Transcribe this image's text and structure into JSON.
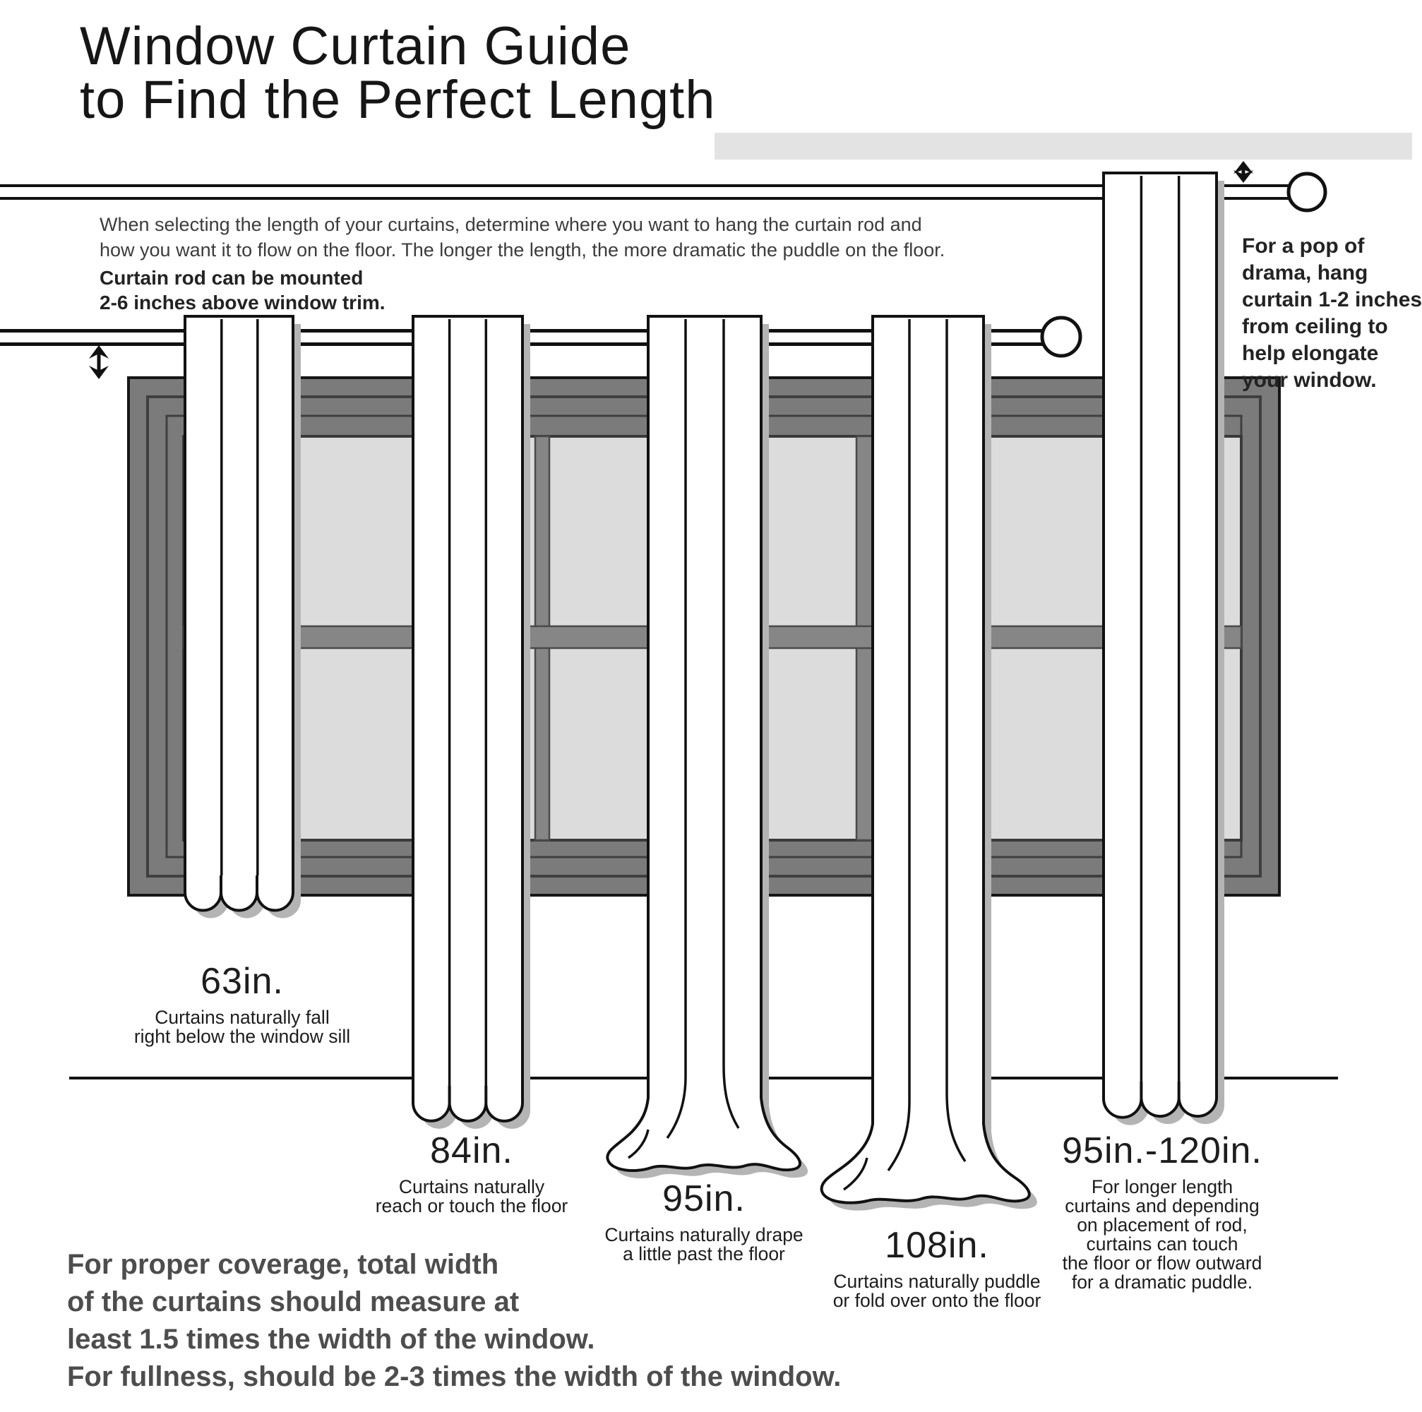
{
  "title": {
    "line1": "Window Curtain Guide",
    "line2": "to Find the Perfect Length"
  },
  "intro": {
    "line1": "When selecting the length of your curtains, determine where you want to hang the curtain rod and",
    "line2": "how you want it to flow on the floor. The longer the length, the more dramatic the puddle on the floor."
  },
  "rod_note": {
    "line1": "Curtain rod can be mounted",
    "line2": "2-6 inches above window trim."
  },
  "ceiling_note": {
    "line1": "For a pop of",
    "line2": "drama, hang",
    "line3": "curtain 1-2 inches",
    "line4": "from ceiling to",
    "line5": "help elongate",
    "line6": "your window."
  },
  "curtains": [
    {
      "size": "63in.",
      "desc1": "Curtains naturally fall",
      "desc2": "right below the window sill"
    },
    {
      "size": "84in.",
      "desc1": "Curtains naturally",
      "desc2": "reach or touch the floor"
    },
    {
      "size": "95in.",
      "desc1": "Curtains naturally drape",
      "desc2": "a little past the floor"
    },
    {
      "size": "108in.",
      "desc1": "Curtains naturally puddle",
      "desc2": "or fold over onto the floor"
    },
    {
      "size": "95in.-120in.",
      "desc1": "For longer length",
      "desc2": "curtains and depending",
      "desc3": "on placement of rod,",
      "desc4": "curtains can touch",
      "desc5": "the floor or flow outward",
      "desc6": "for a dramatic puddle."
    }
  ],
  "coverage_note": {
    "line1": "For proper coverage, total width",
    "line2": "of the curtains should measure at",
    "line3": "least 1.5 times the width of the window.",
    "line4": "For fullness, should be 2-3 times the width of the window."
  },
  "colors": {
    "curtain_fill": "#ffffff",
    "outline": "#111111",
    "curtain_shadow": "#b4b4b4",
    "window_frame": "#7b7b7b",
    "window_pane": "#dcdcdc",
    "window_mullion": "#868686",
    "ceiling_bar": "#e3e3e3",
    "text_primary": "#1d1d1d",
    "text_secondary": "#3c3c3c",
    "coverage_text": "#4d4d4d"
  }
}
